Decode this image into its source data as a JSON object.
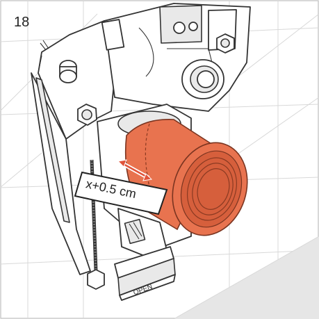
{
  "step": {
    "number": "18"
  },
  "dimension": {
    "label": "x+0.5 cm"
  },
  "base_plate": {
    "marking": "OPEN"
  },
  "colors": {
    "highlight_part": "#e8734f",
    "arrow": "#e0533a",
    "outline": "#333333",
    "floor": "#e6e6e6"
  }
}
